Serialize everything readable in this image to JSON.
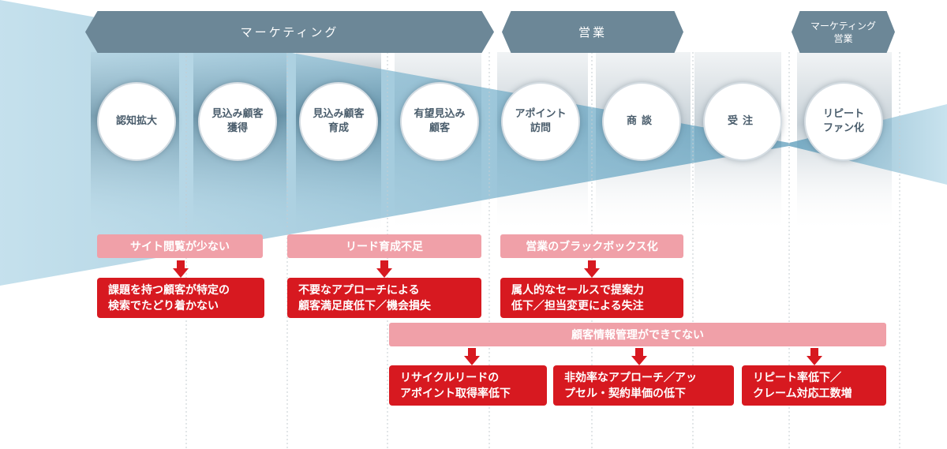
{
  "colors": {
    "phase_bar": "#6c8797",
    "pink_label": "#f0a0a8",
    "red_box": "#d71920",
    "circle_text": "#4a5d6c",
    "funnel": "#7fb6d0"
  },
  "phases": [
    {
      "lines": [
        "マーケティング"
      ]
    },
    {
      "lines": [
        "営業"
      ]
    },
    {
      "lines": [
        "マーケティング",
        "営業"
      ]
    }
  ],
  "stages": [
    {
      "lines": [
        "認知拡大"
      ]
    },
    {
      "lines": [
        "見込み顧客",
        "獲得"
      ]
    },
    {
      "lines": [
        "見込み顧客",
        "育成"
      ]
    },
    {
      "lines": [
        "有望見込み",
        "顧客"
      ]
    },
    {
      "lines": [
        "アポイント",
        "訪問"
      ]
    },
    {
      "lines": [
        "商談"
      ]
    },
    {
      "lines": [
        "受注"
      ]
    },
    {
      "lines": [
        "リピート",
        "ファン化"
      ]
    }
  ],
  "issues": [
    "サイト閲覧が少ない",
    "リード育成不足",
    "営業のブラックボックス化",
    "顧客情報管理ができてない"
  ],
  "effects": [
    {
      "lines": [
        "課題を持つ顧客が特定の",
        "検索でたどり着かない"
      ]
    },
    {
      "lines": [
        "不要なアプローチによる",
        "顧客満足度低下／機会損失"
      ]
    },
    {
      "lines": [
        "属人的なセールスで提案力",
        "低下／担当変更による失注"
      ]
    },
    {
      "lines": [
        "リサイクルリードの",
        "アポイント取得率低下"
      ]
    },
    {
      "lines": [
        "非効率なアプローチ／アッ",
        "プセル・契約単価の低下"
      ]
    },
    {
      "lines": [
        "リピート率低下／",
        "クレーム対応工数増"
      ]
    }
  ]
}
